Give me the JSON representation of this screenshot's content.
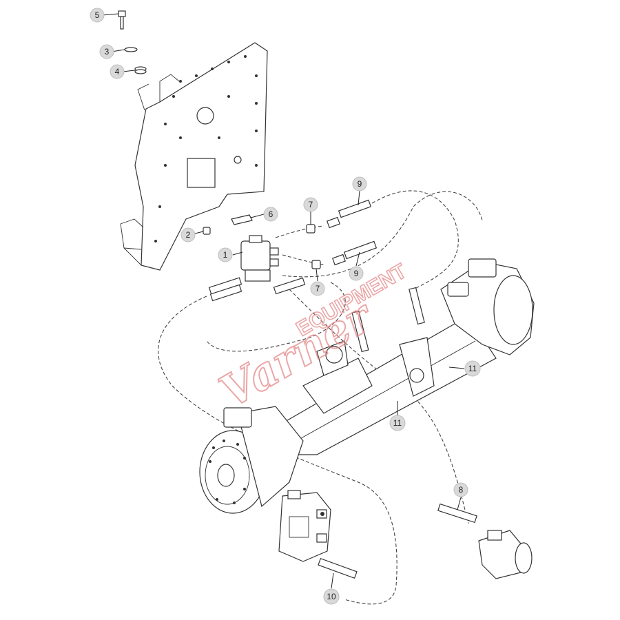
{
  "diagram": {
    "callouts": [
      {
        "id": "c5",
        "label": "5"
      },
      {
        "id": "c3",
        "label": "3"
      },
      {
        "id": "c4",
        "label": "4"
      },
      {
        "id": "c6",
        "label": "6"
      },
      {
        "id": "c2",
        "label": "2"
      },
      {
        "id": "c1",
        "label": "1"
      },
      {
        "id": "c7a",
        "label": "7"
      },
      {
        "id": "c9a",
        "label": "9"
      },
      {
        "id": "c7b",
        "label": "7"
      },
      {
        "id": "c9b",
        "label": "9"
      },
      {
        "id": "c11a",
        "label": "11"
      },
      {
        "id": "c11b",
        "label": "11"
      },
      {
        "id": "c8",
        "label": "8"
      },
      {
        "id": "c10",
        "label": "10"
      }
    ],
    "watermark": {
      "brand": "Varner",
      "sub": "EQUIPMENT",
      "color": "#e58a8a"
    },
    "colors": {
      "line": "#333333",
      "callout_fill": "#d9d9d9",
      "background": "#ffffff"
    }
  }
}
